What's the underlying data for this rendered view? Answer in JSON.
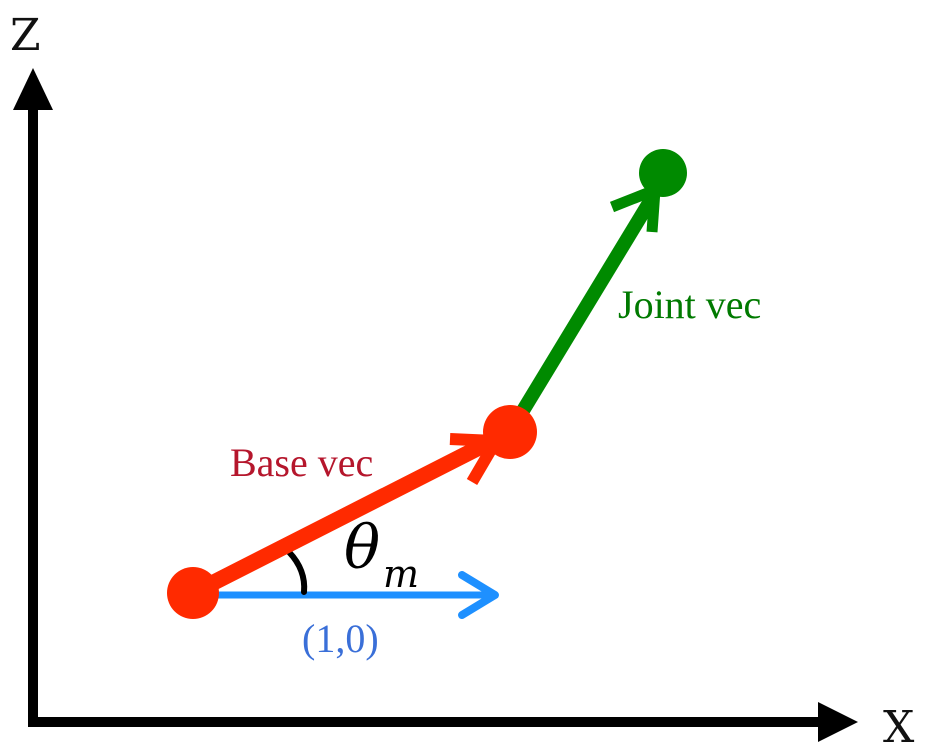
{
  "axes": {
    "x_label": "X",
    "z_label": "Z"
  },
  "vectors": {
    "base": {
      "label": "Base vec",
      "color": "#ff2a00",
      "label_color": "#b5162c"
    },
    "joint": {
      "label": "Joint vec",
      "color": "#008a00",
      "label_color": "#007a00"
    },
    "unit": {
      "label": "(1,0)",
      "color": "#1e90ff",
      "label_color": "#3a6fd8"
    }
  },
  "angle": {
    "symbol": "θ",
    "subscript": "m"
  }
}
